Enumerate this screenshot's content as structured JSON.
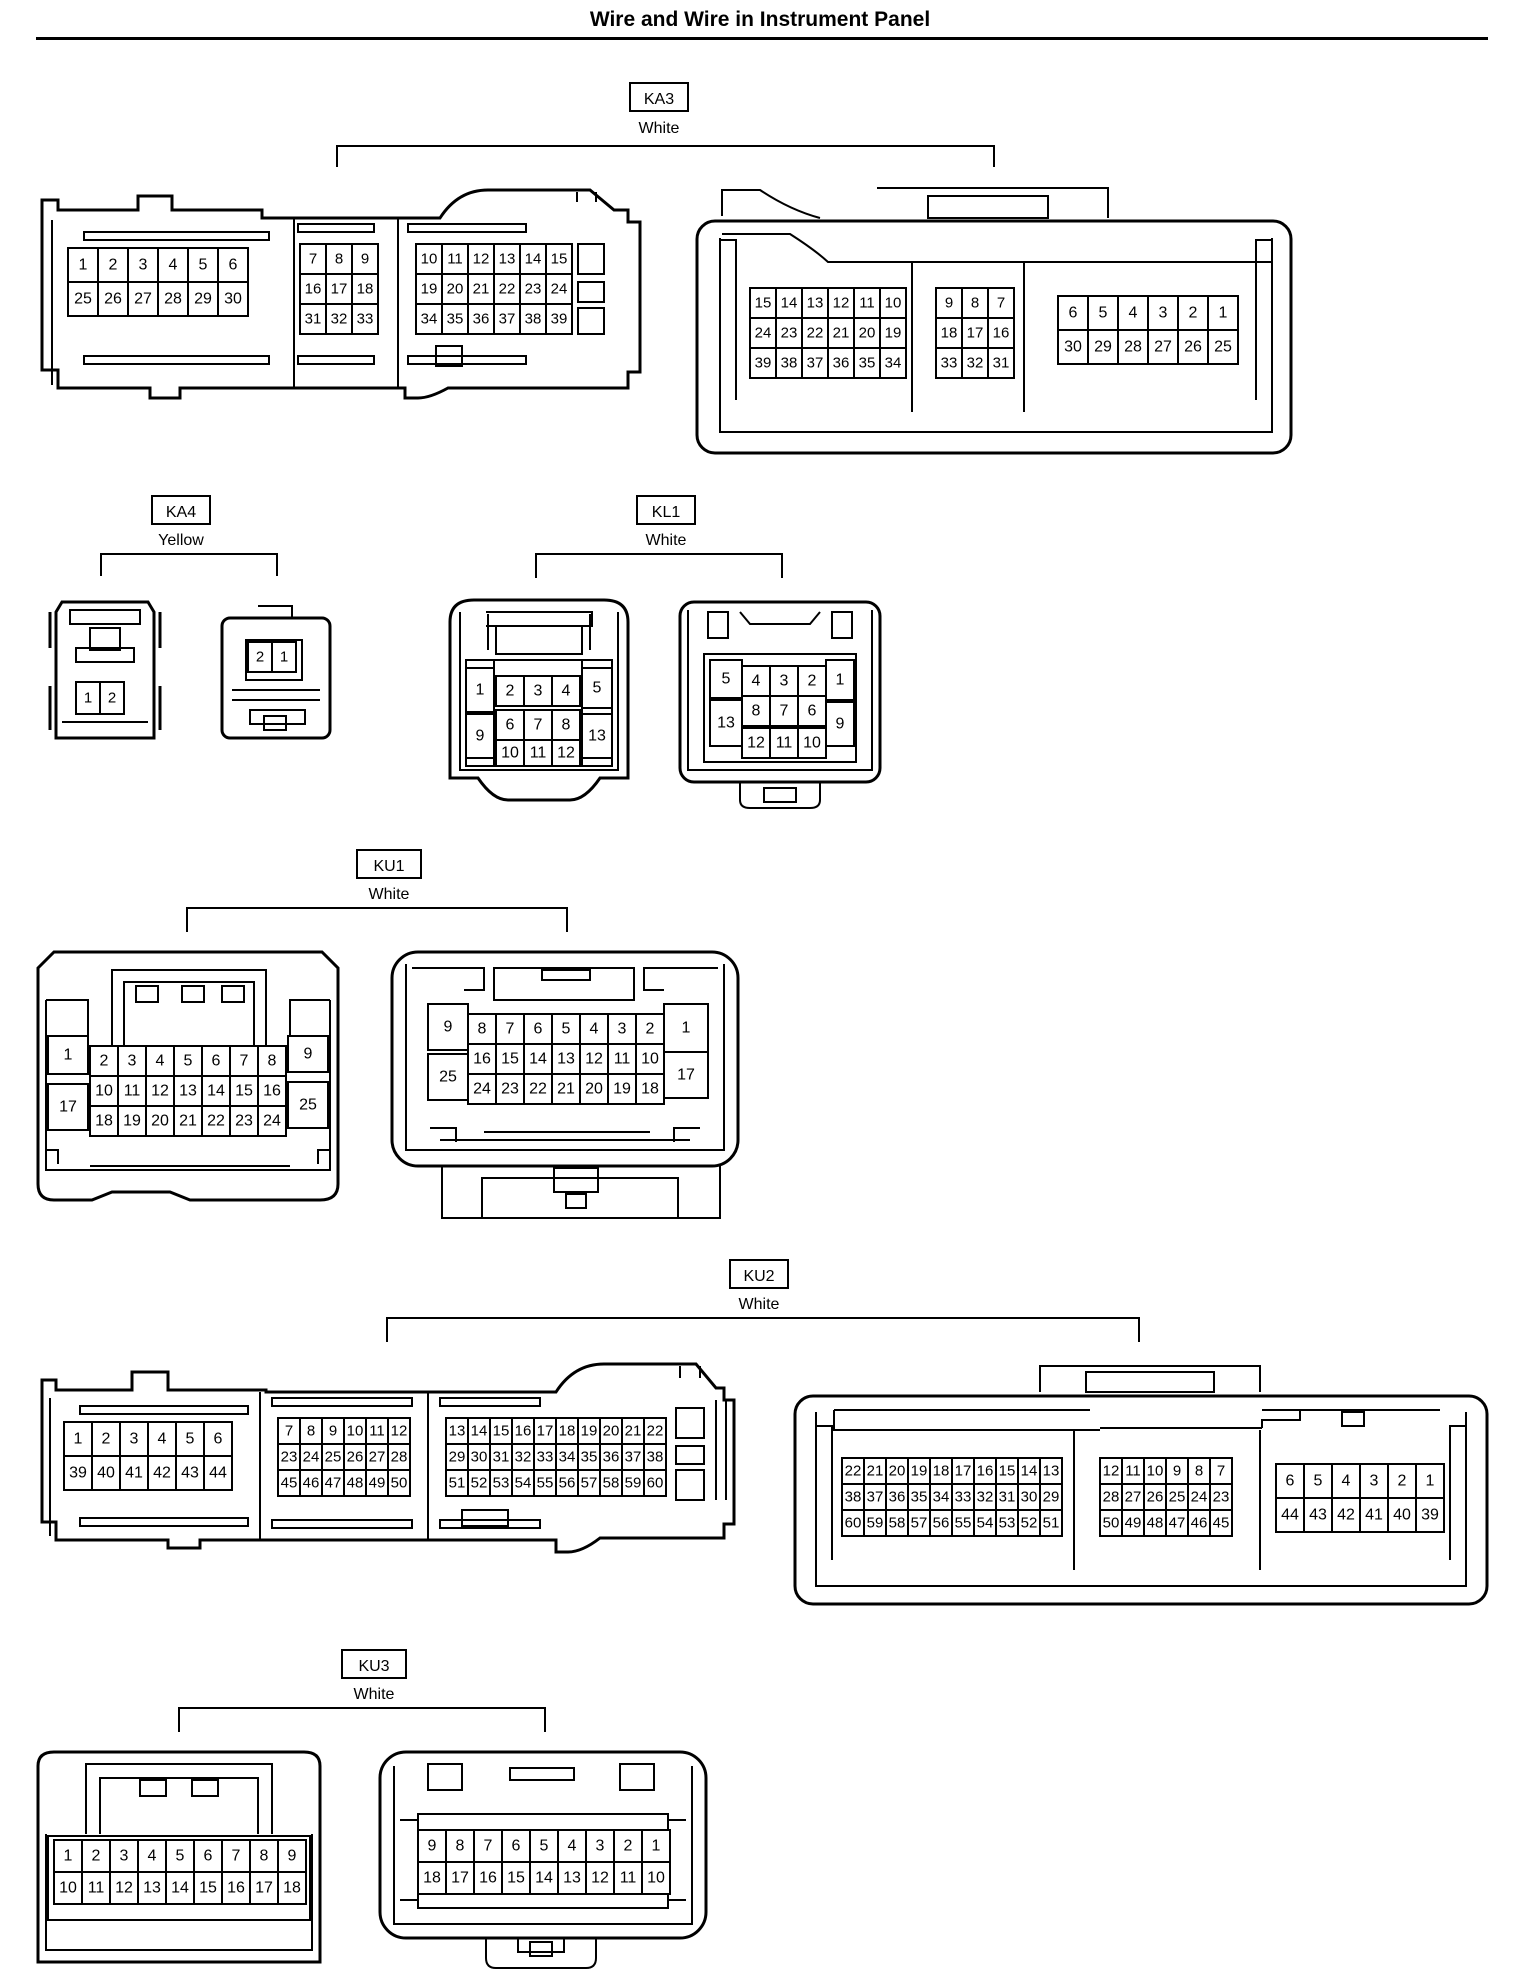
{
  "title": "Wire and Wire in Instrument Panel",
  "connectors": [
    {
      "code": "KA3",
      "color": "White",
      "views": [
        {
          "grids": [
            {
              "rows": [
                [
                  "1",
                  "2",
                  "3",
                  "4",
                  "5",
                  "6"
                ],
                [
                  "25",
                  "26",
                  "27",
                  "28",
                  "29",
                  "30"
                ]
              ]
            },
            {
              "rows": [
                [
                  "7",
                  "8",
                  "9"
                ],
                [
                  "16",
                  "17",
                  "18"
                ],
                [
                  "31",
                  "32",
                  "33"
                ]
              ]
            },
            {
              "rows": [
                [
                  "10",
                  "11",
                  "12",
                  "13",
                  "14",
                  "15"
                ],
                [
                  "19",
                  "20",
                  "21",
                  "22",
                  "23",
                  "24"
                ],
                [
                  "34",
                  "35",
                  "36",
                  "37",
                  "38",
                  "39"
                ]
              ]
            }
          ]
        },
        {
          "grids": [
            {
              "rows": [
                [
                  "15",
                  "14",
                  "13",
                  "12",
                  "11",
                  "10"
                ],
                [
                  "24",
                  "23",
                  "22",
                  "21",
                  "20",
                  "19"
                ],
                [
                  "39",
                  "38",
                  "37",
                  "36",
                  "35",
                  "34"
                ]
              ]
            },
            {
              "rows": [
                [
                  "9",
                  "8",
                  "7"
                ],
                [
                  "18",
                  "17",
                  "16"
                ],
                [
                  "33",
                  "32",
                  "31"
                ]
              ]
            },
            {
              "rows": [
                [
                  "6",
                  "5",
                  "4",
                  "3",
                  "2",
                  "1"
                ],
                [
                  "30",
                  "29",
                  "28",
                  "27",
                  "26",
                  "25"
                ]
              ]
            }
          ]
        }
      ]
    },
    {
      "code": "KA4",
      "color": "Yellow",
      "views": [
        {
          "grids": [
            {
              "rows": [
                [
                  "1",
                  "2"
                ]
              ]
            }
          ]
        },
        {
          "grids": [
            {
              "rows": [
                [
                  "2",
                  "1"
                ]
              ]
            }
          ]
        }
      ]
    },
    {
      "code": "KL1",
      "color": "White",
      "views": [
        {
          "cells": [
            "1",
            "2",
            "3",
            "4",
            "5",
            "6",
            "7",
            "8",
            "9",
            "10",
            "11",
            "12",
            "13"
          ]
        },
        {
          "cells": [
            "5",
            "4",
            "3",
            "2",
            "1",
            "8",
            "7",
            "6",
            "13",
            "9",
            "12",
            "11",
            "10"
          ]
        }
      ]
    },
    {
      "code": "KU1",
      "color": "White",
      "views": [
        {
          "cells": [
            "1",
            "17",
            "9",
            "25"
          ],
          "grids": [
            {
              "rows": [
                [
                  "2",
                  "3",
                  "4",
                  "5",
                  "6",
                  "7",
                  "8"
                ],
                [
                  "10",
                  "11",
                  "12",
                  "13",
                  "14",
                  "15",
                  "16"
                ],
                [
                  "18",
                  "19",
                  "20",
                  "21",
                  "22",
                  "23",
                  "24"
                ]
              ]
            }
          ]
        },
        {
          "cells": [
            "9",
            "25",
            "1",
            "17"
          ],
          "grids": [
            {
              "rows": [
                [
                  "8",
                  "7",
                  "6",
                  "5",
                  "4",
                  "3",
                  "2"
                ],
                [
                  "16",
                  "15",
                  "14",
                  "13",
                  "12",
                  "11",
                  "10"
                ],
                [
                  "24",
                  "23",
                  "22",
                  "21",
                  "20",
                  "19",
                  "18"
                ]
              ]
            }
          ]
        }
      ]
    },
    {
      "code": "KU2",
      "color": "White",
      "views": [
        {
          "grids": [
            {
              "rows": [
                [
                  "1",
                  "2",
                  "3",
                  "4",
                  "5",
                  "6"
                ],
                [
                  "39",
                  "40",
                  "41",
                  "42",
                  "43",
                  "44"
                ]
              ]
            },
            {
              "rows": [
                [
                  "7",
                  "8",
                  "9",
                  "10",
                  "11",
                  "12"
                ],
                [
                  "23",
                  "24",
                  "25",
                  "26",
                  "27",
                  "28"
                ],
                [
                  "45",
                  "46",
                  "47",
                  "48",
                  "49",
                  "50"
                ]
              ]
            },
            {
              "rows": [
                [
                  "13",
                  "14",
                  "15",
                  "16",
                  "17",
                  "18",
                  "19",
                  "20",
                  "21",
                  "22"
                ],
                [
                  "29",
                  "30",
                  "31",
                  "32",
                  "33",
                  "34",
                  "35",
                  "36",
                  "37",
                  "38"
                ],
                [
                  "51",
                  "52",
                  "53",
                  "54",
                  "55",
                  "56",
                  "57",
                  "58",
                  "59",
                  "60"
                ]
              ]
            }
          ]
        },
        {
          "grids": [
            {
              "rows": [
                [
                  "22",
                  "21",
                  "20",
                  "19",
                  "18",
                  "17",
                  "16",
                  "15",
                  "14",
                  "13"
                ],
                [
                  "38",
                  "37",
                  "36",
                  "35",
                  "34",
                  "33",
                  "32",
                  "31",
                  "30",
                  "29"
                ],
                [
                  "60",
                  "59",
                  "58",
                  "57",
                  "56",
                  "55",
                  "54",
                  "53",
                  "52",
                  "51"
                ]
              ]
            },
            {
              "rows": [
                [
                  "12",
                  "11",
                  "10",
                  "9",
                  "8",
                  "7"
                ],
                [
                  "28",
                  "27",
                  "26",
                  "25",
                  "24",
                  "23"
                ],
                [
                  "50",
                  "49",
                  "48",
                  "47",
                  "46",
                  "45"
                ]
              ]
            },
            {
              "rows": [
                [
                  "6",
                  "5",
                  "4",
                  "3",
                  "2",
                  "1"
                ],
                [
                  "44",
                  "43",
                  "42",
                  "41",
                  "40",
                  "39"
                ]
              ]
            }
          ]
        }
      ]
    },
    {
      "code": "KU3",
      "color": "White",
      "views": [
        {
          "grids": [
            {
              "rows": [
                [
                  "1",
                  "2",
                  "3",
                  "4",
                  "5",
                  "6",
                  "7",
                  "8",
                  "9"
                ],
                [
                  "10",
                  "11",
                  "12",
                  "13",
                  "14",
                  "15",
                  "16",
                  "17",
                  "18"
                ]
              ]
            }
          ]
        },
        {
          "grids": [
            {
              "rows": [
                [
                  "9",
                  "8",
                  "7",
                  "6",
                  "5",
                  "4",
                  "3",
                  "2",
                  "1"
                ],
                [
                  "18",
                  "17",
                  "16",
                  "15",
                  "14",
                  "13",
                  "12",
                  "11",
                  "10"
                ]
              ]
            }
          ]
        }
      ]
    }
  ]
}
